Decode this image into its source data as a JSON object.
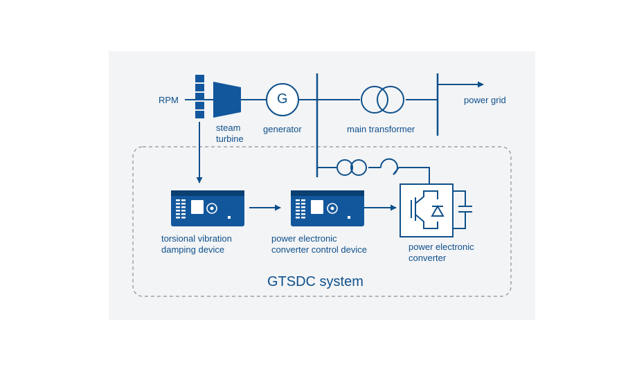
{
  "colors": {
    "stroke": "#0d4f8a",
    "device_fill": "#12579c",
    "panel_bg": "#f3f4f6",
    "dashed": "#8a8f96"
  },
  "labels": {
    "rpm": "RPM",
    "steam_turbine": "steam\nturbine",
    "generator": "generator",
    "generator_symbol": "G",
    "main_transformer": "main transformer",
    "power_grid": "power grid",
    "torsional_device": "torsional vibration\ndamping device",
    "converter_control": "power electronic\nconverter control device",
    "power_converter": "power electronic\nconverter",
    "system_title": "GTSDC system"
  },
  "icons": [
    "encoder-icon",
    "steam-turbine-icon",
    "generator-icon",
    "transformer-icon",
    "device-icon",
    "converter-icon",
    "capacitor-icon",
    "arrow-icon"
  ]
}
